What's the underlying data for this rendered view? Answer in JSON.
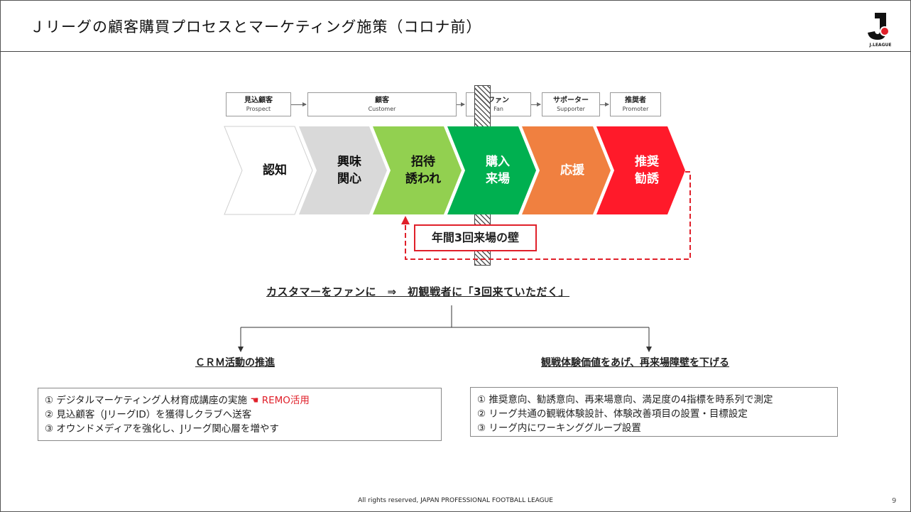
{
  "title": "Ｊリーグの顧客購買プロセスとマーケティング施策（コロナ前）",
  "logo_text": "J.LEAGUE",
  "stages": [
    {
      "jp": "見込顧客",
      "en": "Prospect"
    },
    {
      "jp": "顧客",
      "en": "Customer"
    },
    {
      "jp": "ファン",
      "en": "Fan"
    },
    {
      "jp": "サポーター",
      "en": "Supporter"
    },
    {
      "jp": "推奨者",
      "en": "Promoter"
    }
  ],
  "steps": [
    {
      "line1": "認知",
      "line2": "",
      "color": "#ffffff"
    },
    {
      "line1": "興味",
      "line2": "関心",
      "color": "#d9d9d9"
    },
    {
      "line1": "招待",
      "line2": "誘われ",
      "color": "#92d050"
    },
    {
      "line1": "購入",
      "line2": "来場",
      "color": "#00b050"
    },
    {
      "line1": "応援",
      "line2": "",
      "color": "#f08040"
    },
    {
      "line1": "推奨",
      "line2": "勧誘",
      "color": "#ff1a2a"
    }
  ],
  "wall_label": "年間3回来場の壁",
  "headline": "カスタマーをファンに　⇒　初観戦者に「3回来ていただく」",
  "left": {
    "heading": "ＣＲＭ活動の推進",
    "items": [
      "① デジタルマーケティング人材育成講座の実施",
      "② 見込顧客（JリーグID）を獲得しクラブへ送客",
      "③ オウンドメディアを強化し、Jリーグ関心層を増やす"
    ],
    "remo_label": "REMO活用",
    "remo_icon": "pointing-hand-icon"
  },
  "right": {
    "heading": "観戦体験価値をあげ、再来場障壁を下げる",
    "items": [
      "① 推奨意向、勧誘意向、再来場意向、満足度の4指標を時系列で測定",
      "② リーグ共通の観戦体験設計、体験改善項目の設置・目標設定",
      "③ リーグ内にワーキンググループ設置"
    ]
  },
  "footer": "All rights reserved, JAPAN PROFESSIONAL FOOTBALL LEAGUE",
  "page_number": "9"
}
